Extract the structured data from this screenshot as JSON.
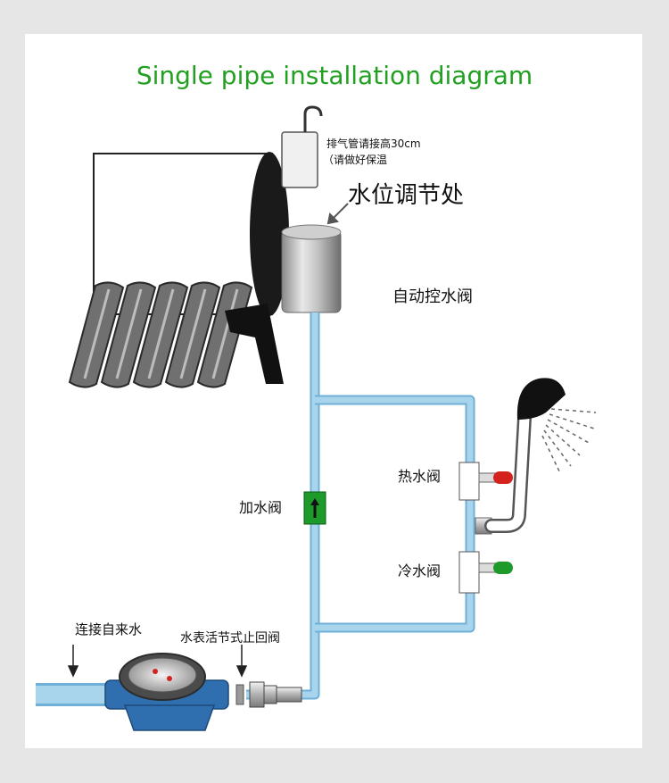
{
  "title": "Single pipe installation diagram",
  "labels": {
    "vent_note_line1": "排气管请接高30cm",
    "vent_note_line2": "（请做好保温",
    "water_level_adjust": "水位调节处",
    "auto_control_valve": "自动控水阀",
    "add_water_valve": "加水阀",
    "hot_water_valve": "热水阀",
    "cold_water_valve": "冷水阀",
    "connect_tap_water": "连接自来水",
    "meter_check_valve": "水表活节式止回阀"
  },
  "colors": {
    "pipe": "#a8d4ec",
    "pipe_edge": "#6fb0d8",
    "title": "#22a022",
    "add_valve": "#1e9a2a",
    "hot_handle": "#d4221c",
    "cold_handle": "#1e9a2a",
    "meter_body": "#2f6fb0"
  },
  "icons": [
    "arrow-down-icon",
    "flow-arrow-icon",
    "shower-head-icon",
    "water-meter-icon"
  ]
}
